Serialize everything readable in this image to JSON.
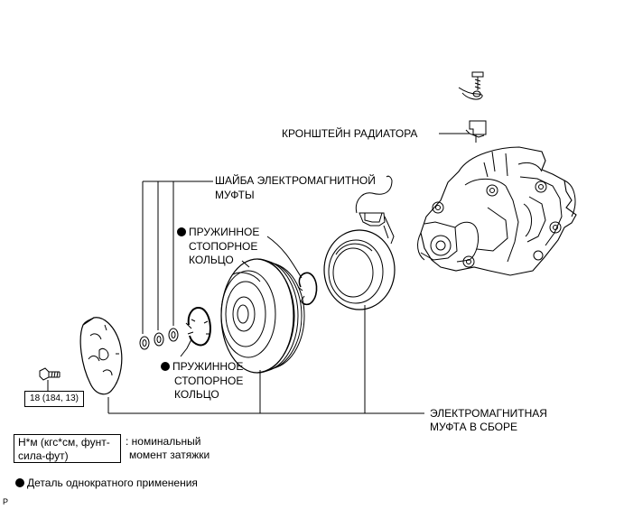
{
  "labels": {
    "radiator_bracket": "КРОНШТЕЙН РАДИАТОРА",
    "washer_line1": "ШАЙБА ЭЛЕКТРОМАГНИТНОЙ",
    "washer_line2": "МУФТЫ",
    "snap_ring_top_line1": "ПРУЖИННОЕ",
    "snap_ring_top_line2": "СТОПОРНОЕ",
    "snap_ring_top_line3": "КОЛЬЦО",
    "snap_ring_bottom_line1": "ПРУЖИННОЕ",
    "snap_ring_bottom_line2": "СТОПОРНОЕ",
    "snap_ring_bottom_line3": "КОЛЬЦО",
    "clutch_assy_line1": "ЭЛЕКТРОМАГНИТНАЯ",
    "clutch_assy_line2": "МУФТА В СБОРЕ"
  },
  "torque": {
    "value": "18 (184, 13)"
  },
  "legend": {
    "torque_units_line1": "Н*м (кгс*см, фунт-",
    "torque_units_line2": "сила-фут)",
    "torque_desc_line1": ": номинальный",
    "torque_desc_line2": "момент затяжки",
    "nonreusable": "Деталь однократного применения"
  },
  "footer": {
    "mark": "P"
  }
}
